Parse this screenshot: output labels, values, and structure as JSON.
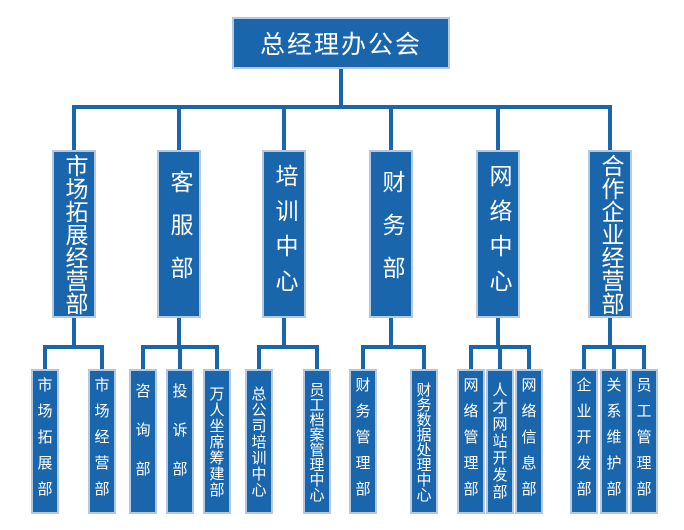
{
  "root": {
    "label": "总经理办公会"
  },
  "departments": [
    {
      "label": "市场拓展经营部",
      "children": [
        {
          "label": "市场拓展部"
        },
        {
          "label": "市场经营部"
        }
      ]
    },
    {
      "label": "客服部",
      "children": [
        {
          "label": "咨询部"
        },
        {
          "label": "投诉部"
        },
        {
          "label": "万人坐席筹建部"
        }
      ]
    },
    {
      "label": "培训中心",
      "children": [
        {
          "label": "总公司培训中心"
        },
        {
          "label": "员工档案管理中心"
        }
      ]
    },
    {
      "label": "财务部",
      "children": [
        {
          "label": "财务管理部"
        },
        {
          "label": "财务数据处理中心"
        }
      ]
    },
    {
      "label": "网络中心",
      "children": [
        {
          "label": "网络管理部"
        },
        {
          "label": "人才网站开发部"
        },
        {
          "label": "网络信息部"
        }
      ]
    },
    {
      "label": "合作企业经营部",
      "children": [
        {
          "label": "企业开发部"
        },
        {
          "label": "关系维护部"
        },
        {
          "label": "员工管理部"
        }
      ]
    }
  ],
  "colors": {
    "box": "#1a66ad",
    "border": "#b4c8e2",
    "line": "#1a66ad",
    "text": "#ffffff"
  }
}
